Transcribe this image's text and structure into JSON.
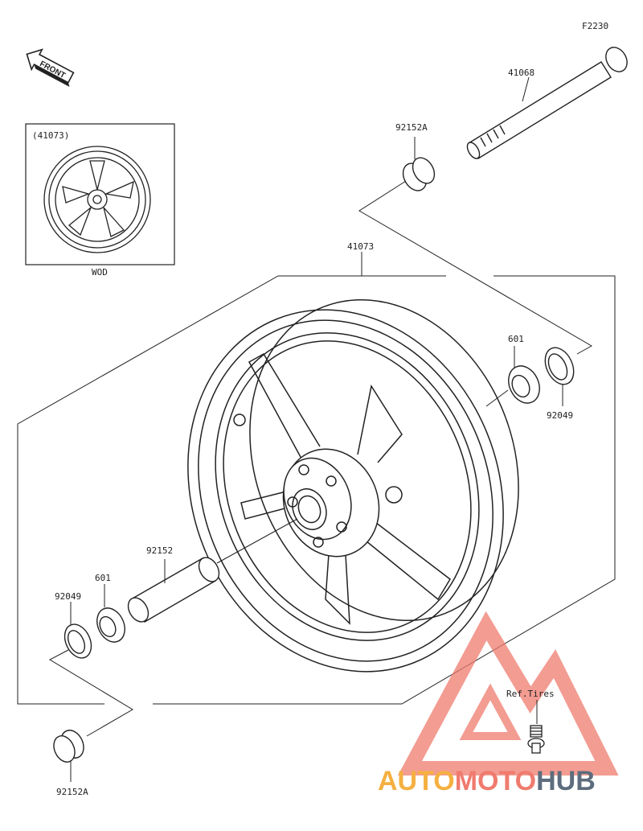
{
  "diagram": {
    "code": "F2230",
    "front_label": "FRONT",
    "inset": {
      "part_label": "(41073)",
      "color_code": "WOD"
    },
    "parts": {
      "axle": "41068",
      "collar_right": "92152A",
      "wheel": "41073",
      "bearing_right": "601",
      "seal_right": "92049",
      "sleeve": "92152",
      "bearing_left": "601",
      "seal_left": "92049",
      "collar_left": "92152A",
      "valve": "Ref.Tires"
    }
  },
  "watermark": {
    "part1": "AUTO",
    "part2": "MOTO",
    "part3": "HUB",
    "color_auto": "#f5b041",
    "color_moto": "#ef7b6e",
    "color_hub": "#5d6d7e"
  }
}
